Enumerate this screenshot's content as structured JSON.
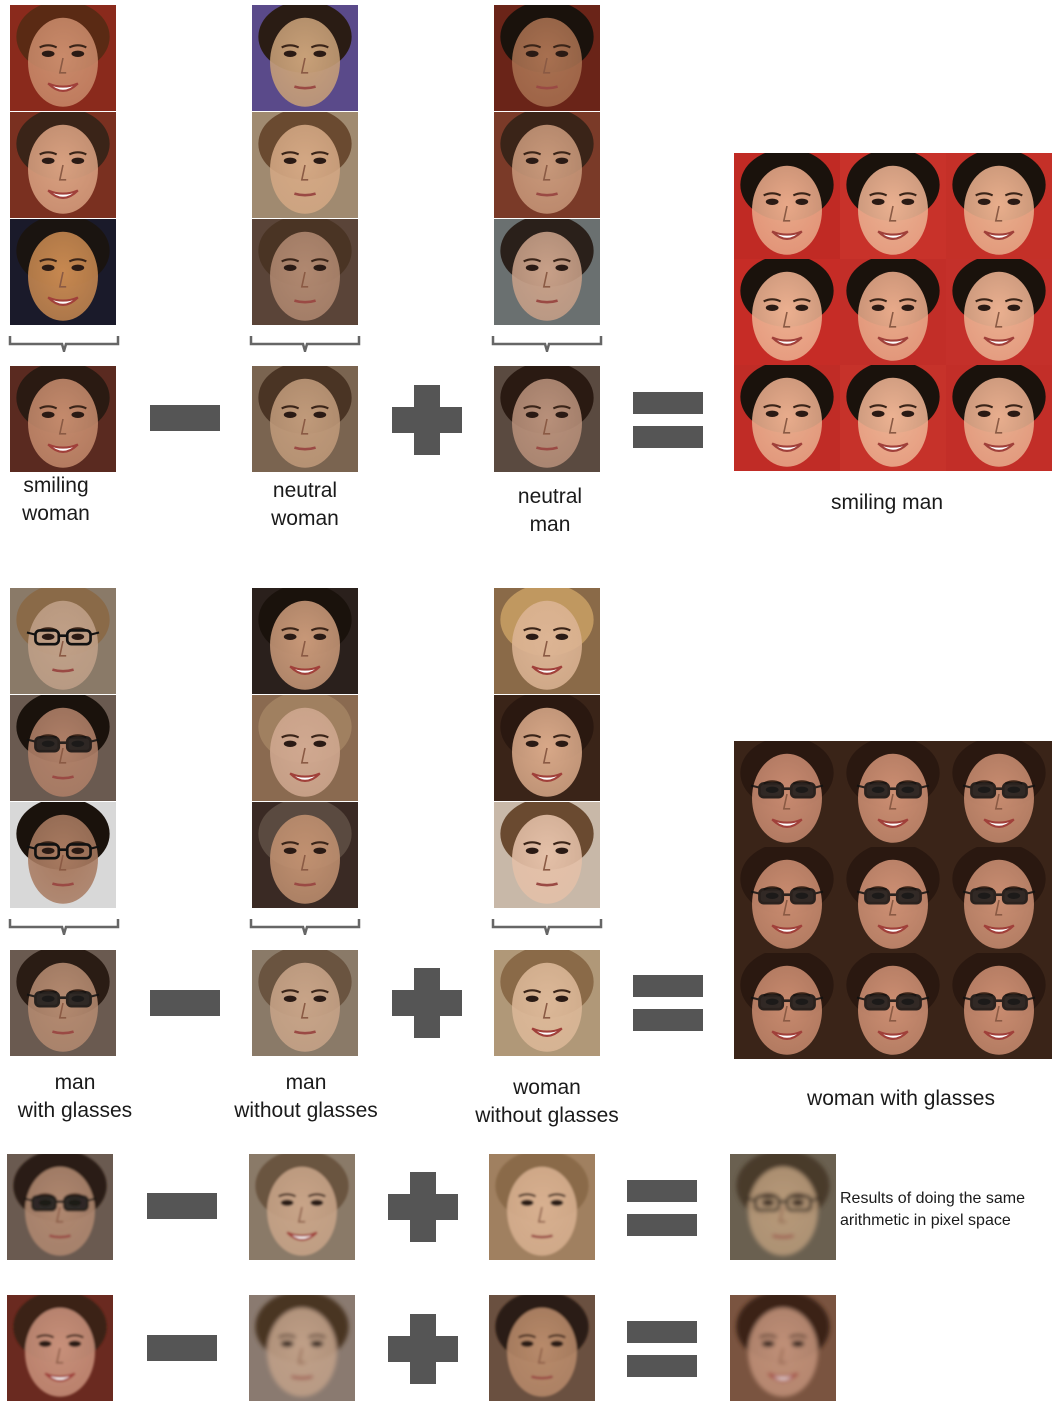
{
  "palette": {
    "operator": "#555555",
    "background": "#ffffff"
  },
  "row1": {
    "labels": {
      "a": "smiling\nwoman",
      "b": "neutral\nwoman",
      "c": "neutral\nman",
      "result": "smiling man"
    }
  },
  "row2": {
    "labels": {
      "a": "man\nwith glasses",
      "b": "man\nwithout glasses",
      "c": "woman\nwithout glasses",
      "result": "woman with glasses"
    }
  },
  "pixel_space": {
    "note": "Results of doing the same\narithmetic in pixel space"
  },
  "icons": [
    "minus-icon",
    "plus-icon",
    "equals-icon",
    "brace-icon"
  ]
}
